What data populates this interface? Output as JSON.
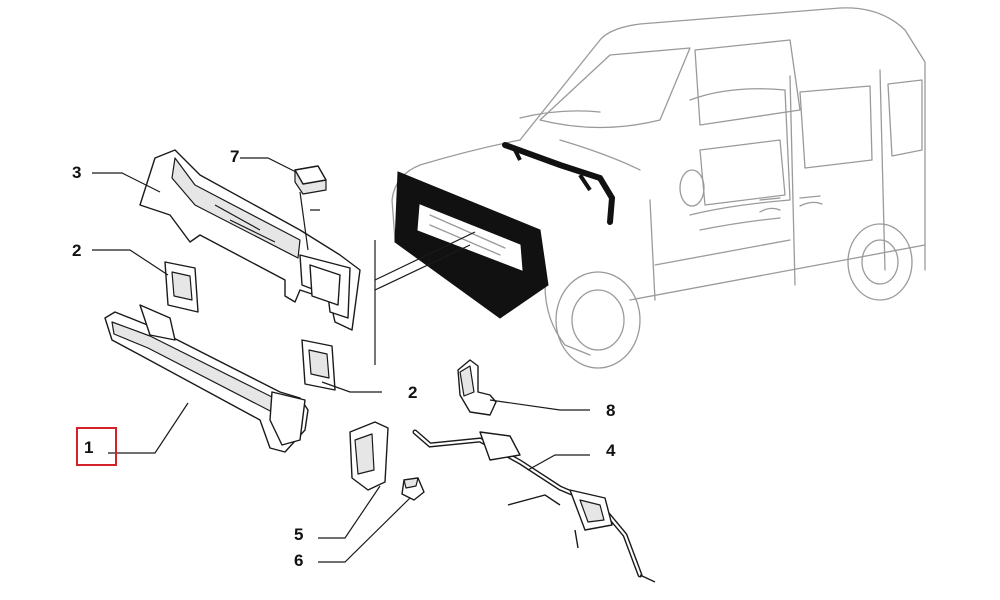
{
  "diagram": {
    "highlight_color": "#d4222a",
    "callouts": [
      {
        "id": "c1",
        "label": "1",
        "highlighted": true
      },
      {
        "id": "c2a",
        "label": "2"
      },
      {
        "id": "c2b",
        "label": "2"
      },
      {
        "id": "c3",
        "label": "3"
      },
      {
        "id": "c4",
        "label": "4"
      },
      {
        "id": "c5",
        "label": "5"
      },
      {
        "id": "c6",
        "label": "6"
      },
      {
        "id": "c7",
        "label": "7"
      },
      {
        "id": "c8",
        "label": "8"
      }
    ]
  }
}
